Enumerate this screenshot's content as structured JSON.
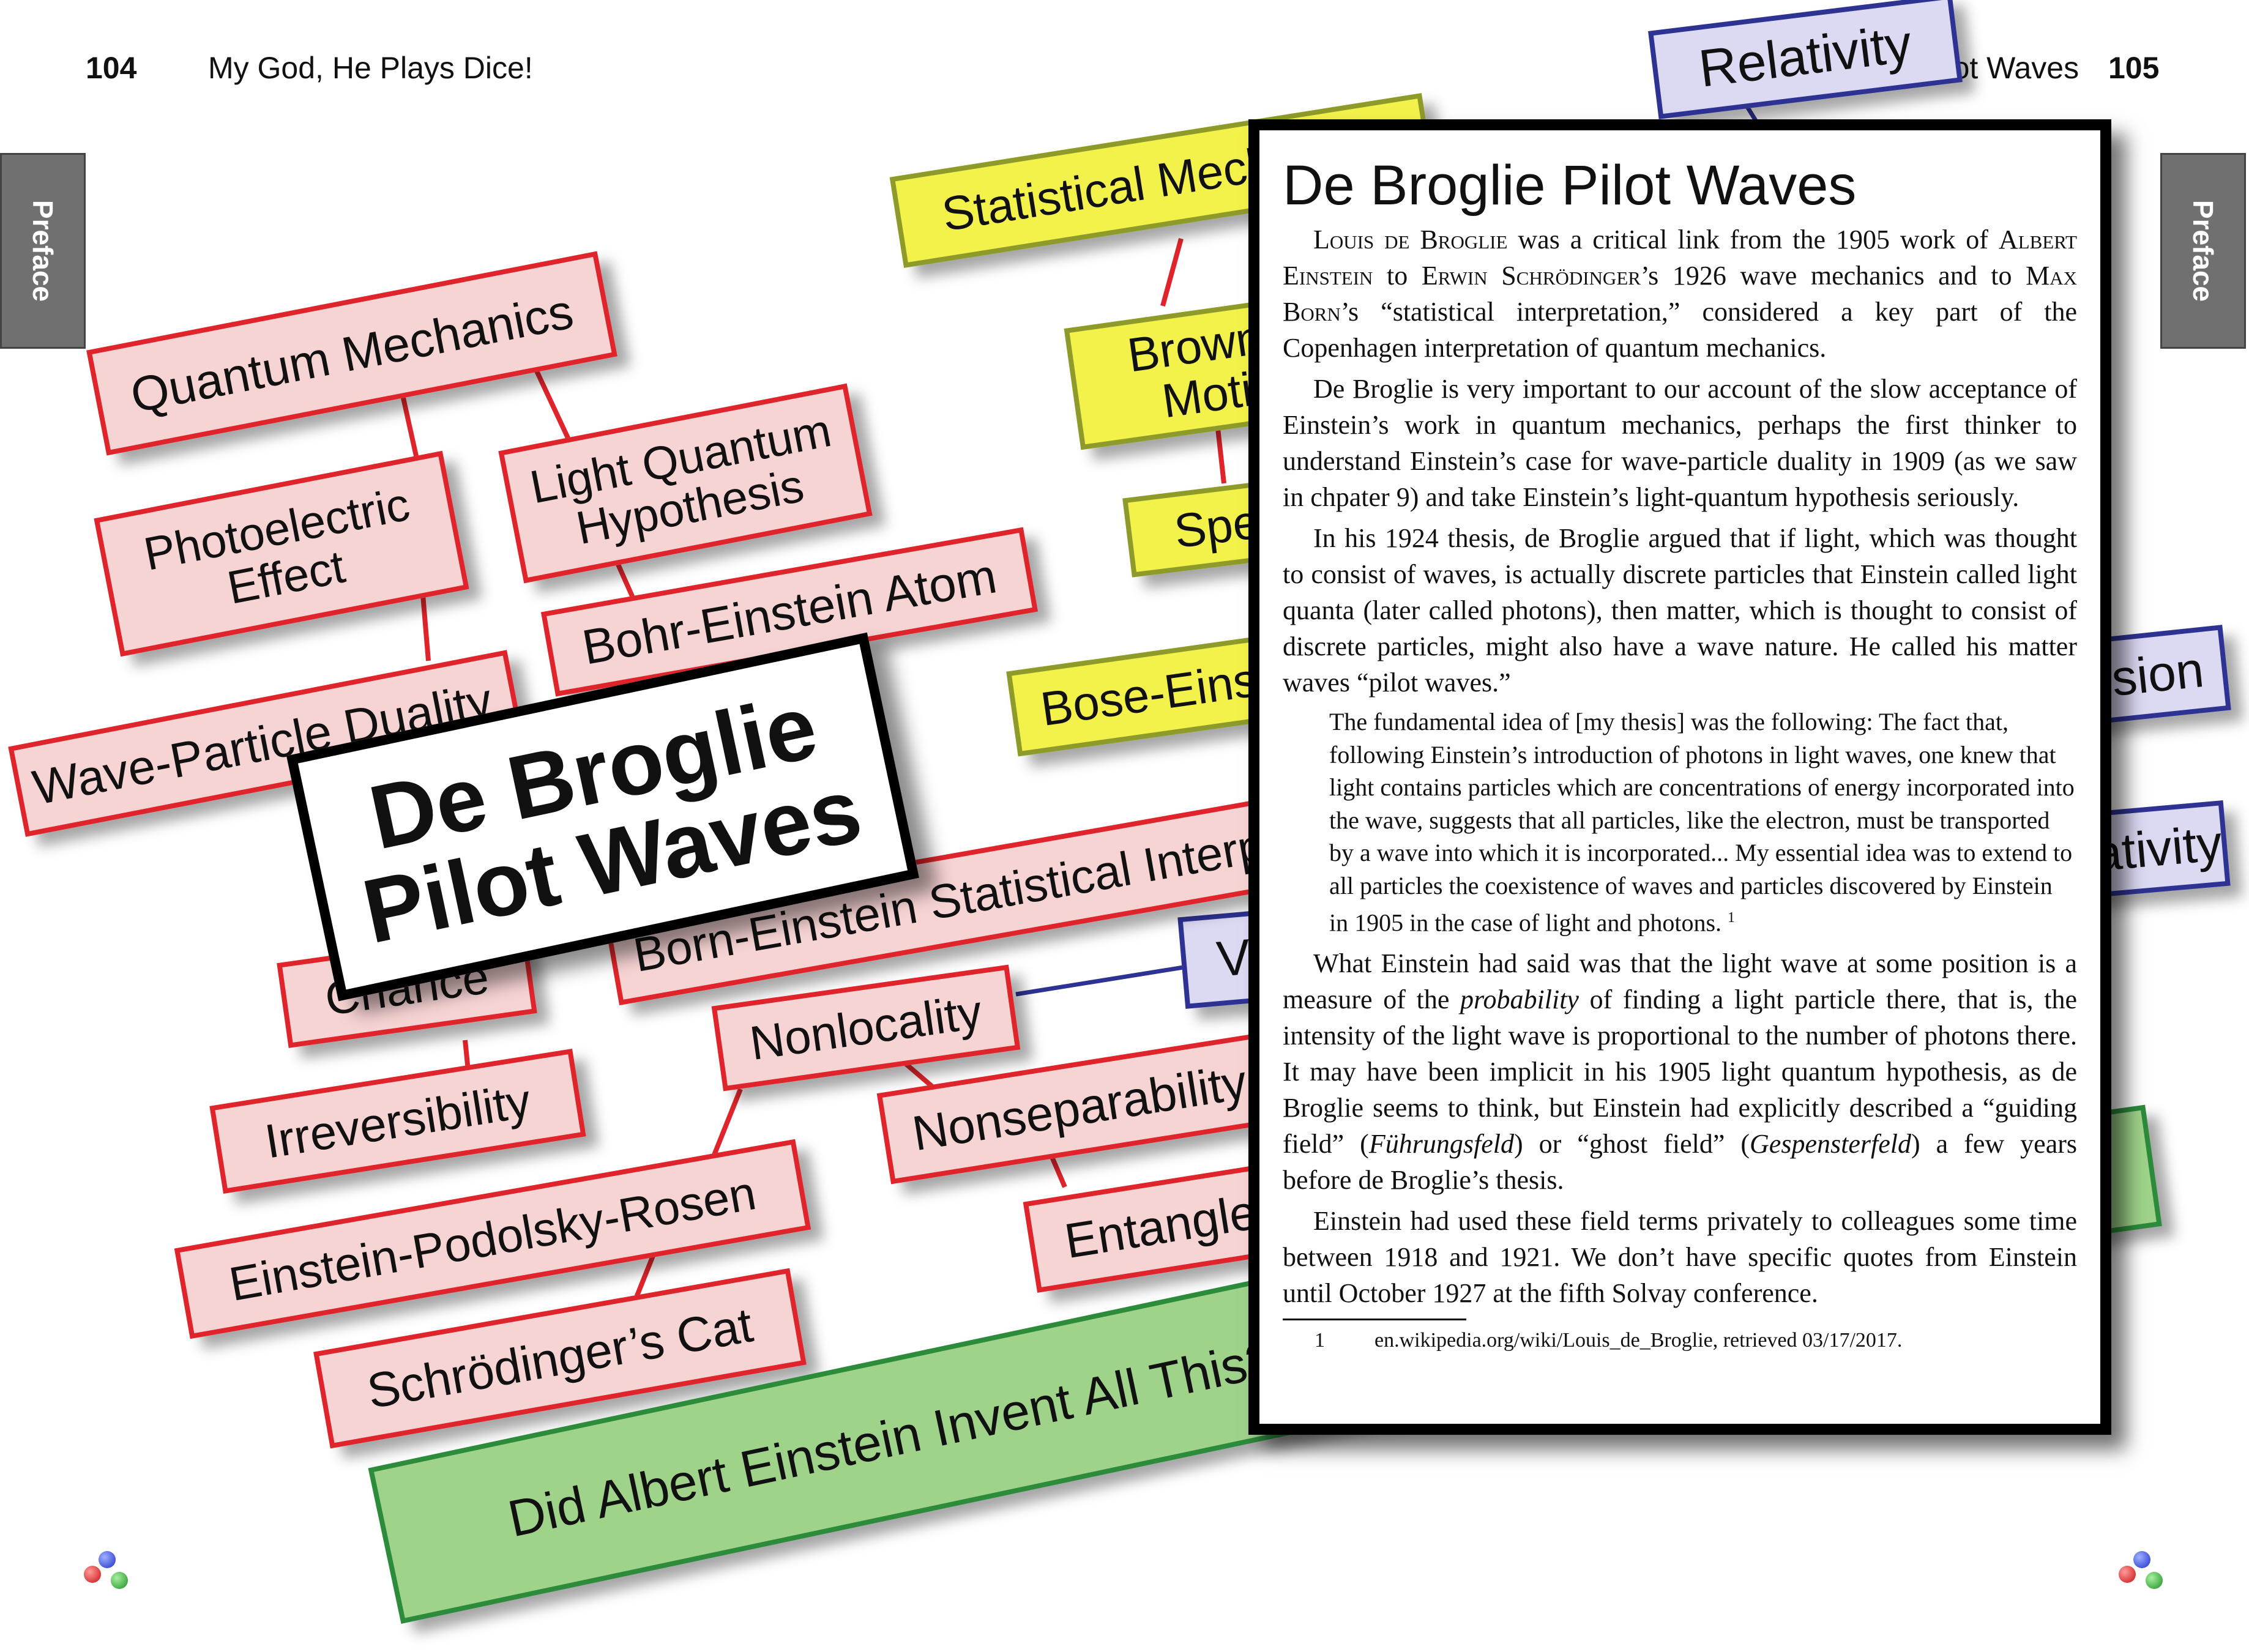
{
  "header": {
    "left_page_number": "104",
    "left_title": "My God, He Plays Dice!",
    "right_title": "Pilot Waves",
    "right_page_number": "105"
  },
  "side_tab_label": "Preface",
  "concept_map": {
    "title_line1": "De Broglie",
    "title_line2": "Pilot Waves",
    "nodes": {
      "relativity": "Relativity",
      "statistical_mechanics": "Statistical Mechanics",
      "quantum_mechanics": "Quantum Mechanics",
      "brownian_line1": "Brownian",
      "brownian_line2": "Motion",
      "light_quantum_line1": "Light Quantum",
      "light_quantum_line2": "Hypothesis",
      "photoelectric_line1": "Photoelectric",
      "photoelectric_line2": "Effect",
      "specific_heat": "Specific Heat",
      "bohr_einstein": "Bohr-Einstein Atom",
      "wave_particle": "Wave-Particle Duality",
      "bose_einstein": "Bose-Einstein Statistics",
      "expansion": "Expansion",
      "born_einstein": "Born-Einstein Statistical Interpretation",
      "space_time": "Space-Time Relativity",
      "chance": "Chance",
      "nonlocality": "Nonlocality",
      "irreversibility": "Irreversibility",
      "nonseparability": "Nonseparability",
      "epr": "Einstein-Podolsky-Rosen",
      "entanglement": "Entanglement",
      "schrodinger_cat": "Schrödinger’s Cat",
      "did_einstein": "Did Albert Einstein Invent All This?",
      "v_node": "V"
    }
  },
  "panel": {
    "heading": "De Broglie Pilot Waves",
    "p1": {
      "name1": "Louis de Broglie",
      "t1": " was a critical link from the 1905 work of ",
      "name2": "Albert Einstein",
      "t2": " to ",
      "name3": "Erwin Schrödinger",
      "t3": "’s 1926 wave mechanics and to ",
      "name4": "Max Born",
      "t4": "’s “statistical interpretation,” considered a key part of the Copenhagen interpretation of quantum mechanics."
    },
    "p2": "De Broglie is very important to our account of the slow acceptance of Einstein’s work in quantum mechanics, perhaps the first thinker to understand Einstein’s case for wave-particle duality in 1909 (as we saw in chpater 9) and take Einstein’s light-quantum hypothesis seriously.",
    "p3": "In his 1924 thesis, de Broglie argued that if light, which was thought to consist of waves, is actually discrete particles that Einstein called light quanta (later called photons), then matter, which is thought to consist of discrete particles, might also have a wave nature. He called his matter waves “pilot waves.”",
    "quote": "The fundamental idea of [my thesis] was the following: The fact that, following Einstein’s introduction of photons in light waves, one knew that light contains particles which are concentrations of energy incorporated into the wave, suggests that all particles, like the electron, must be transported by a wave into which it is incorporated... My essential idea was to extend to all particles the coexistence of waves and particles discovered by Einstein in 1905 in the case of light and photons.",
    "quote_ref": "1",
    "p4": {
      "t1": "What Einstein had said was that the light wave at some position is a measure of the ",
      "em1": "probability",
      "t2": " of finding a light particle there, that is, the intensity of the light wave is proportional to the number of photons there. It may have been implicit in his 1905 light quantum hypothesis, as de Broglie seems to think, but Einstein had explicitly described a “guiding field” (",
      "em2": "Führungsfeld",
      "t3": ") or “ghost field” (",
      "em3": "Gespensterfeld",
      "t4": ") a few years before de Broglie’s thesis."
    },
    "p5": "Einstein had used these field terms privately to colleagues some time between 1918 and 1921. We don’t have specific quotes from Einstein until October 1927 at the fifth Solvay conference.",
    "footnote_number": "1",
    "footnote_text": "en.wikipedia.org/wiki/Louis_de_Broglie, retrieved 03/17/2017."
  },
  "colors": {
    "pink_fill": "#f7d4d4",
    "red_border": "#e0242b",
    "yellow_fill": "#f3f24a",
    "blue_fill": "#dcd9f3",
    "green_fill": "#9fd38a"
  }
}
